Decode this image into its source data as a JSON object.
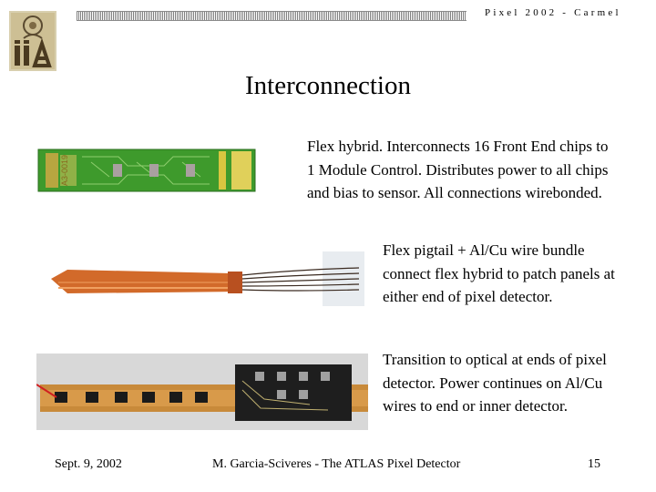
{
  "header": {
    "tag": "Pixel 2002 - Carmel"
  },
  "title": "Interconnection",
  "paragraphs": [
    "Flex hybrid. Interconnects 16 Front End chips to 1 Module Control. Distributes power to all chips and bias to sensor. All connections wirebonded.",
    "Flex pigtail + Al/Cu wire bundle connect flex hybrid to patch panels at either end of pixel detector.",
    "Transition to optical at ends of pixel detector. Power continues on Al/Cu wires to end or inner detector."
  ],
  "footer": {
    "date": "Sept. 9, 2002",
    "author": "M. Garcia-Sciveres - The ATLAS Pixel Detector",
    "page": "15"
  },
  "photos": {
    "hybrid_label": "A3-0019"
  },
  "colors": {
    "pcb_green": "#3e9a2c",
    "flex_orange": "#d26a2a",
    "logo_tan": "#c8b98a"
  }
}
